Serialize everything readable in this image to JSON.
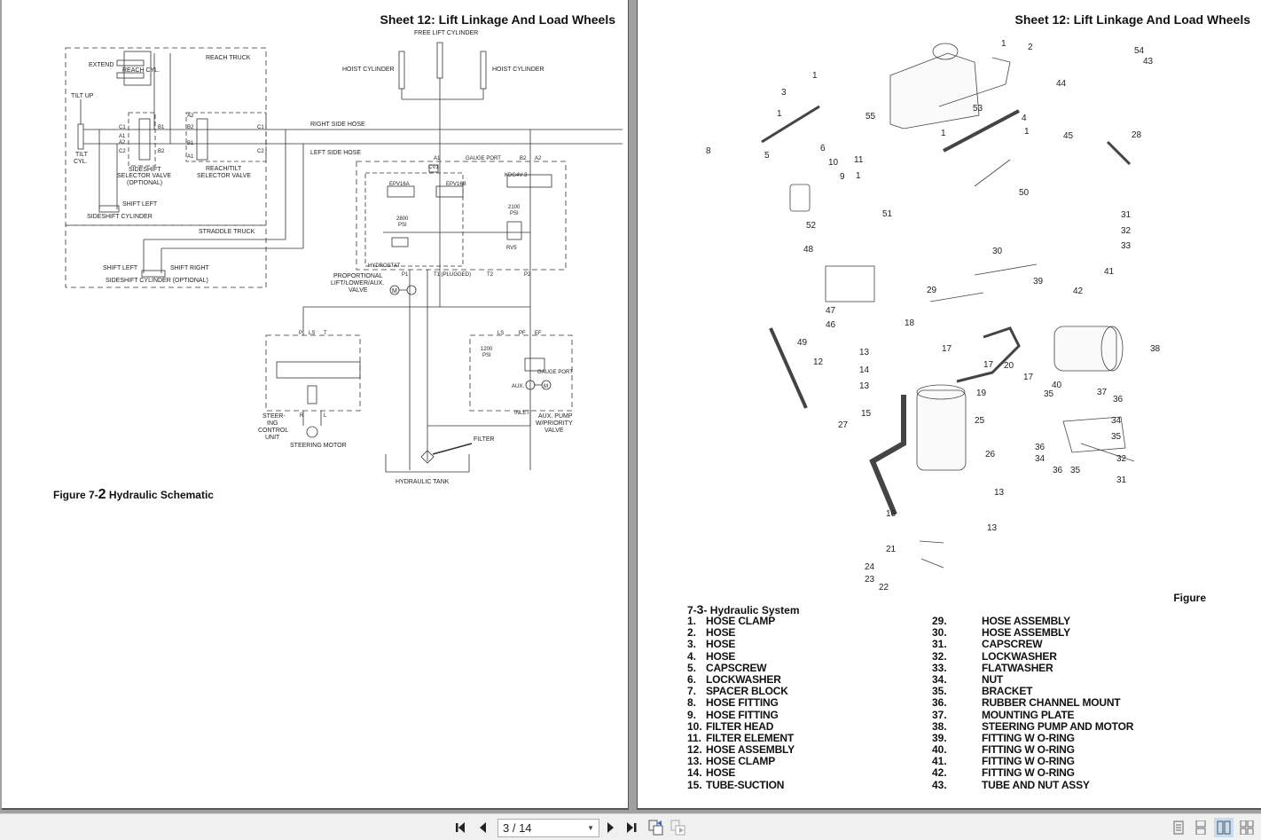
{
  "left_page": {
    "sheet_title": "Sheet 12: Lift Linkage And Load Wheels",
    "figure_caption": {
      "prefix": "Figure 7-",
      "number": "2",
      "title": " Hydraulic Schematic"
    },
    "schematic_labels": {
      "free_lift_cylinder": "FREE LIFT CYLINDER",
      "hoist_cylinder_left": "HOIST CYLINDER",
      "hoist_cylinder_right": "HOIST CYLINDER",
      "extend": "EXTEND",
      "reach_cyl": "REACH CYL.",
      "reach_truck": "REACH TRUCK",
      "tilt_up": "TILT UP",
      "tilt_cyl_1": "TILT",
      "tilt_cyl_2": "CYL.",
      "c1_left": "C1",
      "a1_left": "A1",
      "a2_left": "A2",
      "c2_left": "C2",
      "b1_left": "B1",
      "b2_left": "B2",
      "a2_mid": "A2",
      "b2_mid": "B2",
      "b1_mid": "B1",
      "a1_mid": "A1",
      "c1_right": "C1",
      "c2_right": "C2",
      "sideshift_selector_1": "SIDESHIFT",
      "sideshift_selector_2": "SELECTOR VALVE",
      "sideshift_selector_3": "(OPTIONAL)",
      "reach_tilt_1": "REACH/TILT",
      "reach_tilt_2": "SELECTOR VALVE",
      "shift_left": "SHIFT LEFT",
      "sideshift_cylinder": "SIDESHIFT CYLINDER",
      "straddle_truck": "STRADDLE TRUCK",
      "shift_left_2": "SHIFT LEFT",
      "shift_right": "SHIFT RIGHT",
      "sideshift_cylinder_optional": "SIDESHIFT CYLINDER (OPTIONAL)",
      "right_side_hose": "RIGHT SIDE HOSE",
      "left_side_hose": "LEFT SIDE HOSE",
      "a1_top": "A1",
      "gauge_port": "GAUGE PORT",
      "b2_top": "B2",
      "a2_top": "A2",
      "cv1": "CV1",
      "epv16a": "EPV16A",
      "epv16b": "EPV16B",
      "kdg4v": "KDG4V-3",
      "psi_2100_a": "2100",
      "psi_2100_b": "PSI",
      "psi_2800_a": "2800",
      "psi_2800_b": "PSI",
      "rv5": "RV5",
      "hydrostat": "HYDROSTAT",
      "p1": "P1",
      "t1": "T1 (PLUGGED)",
      "t2": "T2",
      "p2": "P2",
      "prop_valve_1": "PROPORTIONAL",
      "prop_valve_2": "LIFT/LOWER/AUX.",
      "prop_valve_3": "VALVE",
      "motor_m": "M",
      "p_port": "P",
      "ls_port": "LS",
      "t_port": "T",
      "steer_1": "STEER-",
      "steer_2": "ING",
      "steer_3": "CONTROL",
      "steer_4": "UNIT",
      "r_port": "R",
      "l_port": "L",
      "steering_motor": "STEERING MOTOR",
      "ls_aux": "LS",
      "pf": "PF",
      "ef": "EF",
      "psi_1200_a": "1200",
      "psi_1200_b": "PSI",
      "gauge_port_aux": "GAUGE PORT",
      "aux": "AUX.",
      "aux_motor_m": "M",
      "inlet": "INLET",
      "aux_pump_1": "AUX. PUMP",
      "aux_pump_2": "W/PRIORITY",
      "aux_pump_3": "VALVE",
      "filter": "FILTER",
      "hydraulic_tank": "HYDRAULIC TANK"
    }
  },
  "right_page": {
    "sheet_title": "Sheet 12: Lift Linkage And Load Wheels",
    "figure_word": "Figure",
    "parts_title": {
      "prefix": "7-",
      "number": "3",
      "title": "- Hydraulic System"
    },
    "callouts": [
      "1",
      "2",
      "3",
      "1",
      "1",
      "55",
      "53",
      "54",
      "43",
      "44",
      "4",
      "1",
      "45",
      "28",
      "8",
      "6",
      "5",
      "10",
      "11",
      "9",
      "1",
      "1",
      "50",
      "52",
      "51",
      "48",
      "47",
      "46",
      "31",
      "32",
      "33",
      "30",
      "29",
      "39",
      "41",
      "42",
      "38",
      "18",
      "17",
      "17",
      "17",
      "20",
      "40",
      "49",
      "12",
      "13",
      "14",
      "13",
      "19",
      "15",
      "25",
      "27",
      "26",
      "13",
      "16",
      "13",
      "37",
      "36",
      "35",
      "34",
      "35",
      "36",
      "34",
      "36",
      "35",
      "32",
      "31",
      "21",
      "24",
      "23",
      "22"
    ],
    "parts_left": [
      {
        "num": "1.",
        "name": "Hose Clamp"
      },
      {
        "num": "2.",
        "name": "Hose"
      },
      {
        "num": "3.",
        "name": "Hose"
      },
      {
        "num": "4.",
        "name": "Hose"
      },
      {
        "num": "5.",
        "name": "Capscrew"
      },
      {
        "num": "6.",
        "name": "Lockwasher"
      },
      {
        "num": "7.",
        "name": "Spacer Block"
      },
      {
        "num": "8.",
        "name": "Hose Fitting"
      },
      {
        "num": "9.",
        "name": "Hose Fitting"
      },
      {
        "num": "10.",
        "name": "Filter Head"
      },
      {
        "num": "11.",
        "name": "Filter Element"
      },
      {
        "num": "12.",
        "name": "Hose Assembly"
      },
      {
        "num": "13.",
        "name": "Hose Clamp"
      },
      {
        "num": "14.",
        "name": "Hose"
      },
      {
        "num": "15.",
        "name": "Tube-Suction"
      }
    ],
    "parts_right": [
      {
        "num": "29.",
        "name": "Hose Assembly"
      },
      {
        "num": "30.",
        "name": "Hose Assembly"
      },
      {
        "num": "31.",
        "name": "Capscrew"
      },
      {
        "num": "32.",
        "name": "Lockwasher"
      },
      {
        "num": "33.",
        "name": "Flatwasher"
      },
      {
        "num": "34.",
        "name": "Nut"
      },
      {
        "num": "35.",
        "name": "Bracket"
      },
      {
        "num": "36.",
        "name": "Rubber Channel Mount"
      },
      {
        "num": "37.",
        "name": "Mounting Plate"
      },
      {
        "num": "38.",
        "name": "Steering Pump And Motor"
      },
      {
        "num": "39.",
        "name": "Fitting W O-Ring"
      },
      {
        "num": "40.",
        "name": "Fitting W O-Ring"
      },
      {
        "num": "41.",
        "name": "Fitting W O-Ring"
      },
      {
        "num": "42.",
        "name": "Fitting W O-Ring"
      },
      {
        "num": "43.",
        "name": "Tube And Nut Assy"
      }
    ]
  },
  "toolbar": {
    "first_page_icon": "first-page-icon",
    "prev_page_icon": "prev-page-icon",
    "page_indicator": "3 / 14",
    "next_page_icon": "next-page-icon",
    "last_page_icon": "last-page-icon",
    "view_modes": [
      "single-page",
      "continuous",
      "two-page",
      "two-page-continuous"
    ],
    "active_view_mode": "two-page"
  }
}
